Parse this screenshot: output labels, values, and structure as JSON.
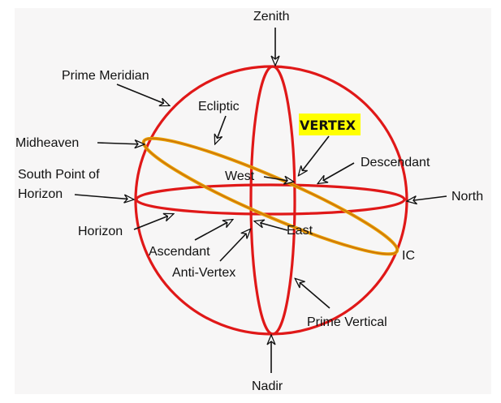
{
  "diagram": {
    "title": "Celestial sphere with Vertex",
    "colors": {
      "background": "#f7f6f6",
      "circles": "#e01818",
      "ecliptic": "#e8a000",
      "highlight": "#ffff00",
      "text": "#111111"
    },
    "labels": {
      "zenith": "Zenith",
      "nadir": "Nadir",
      "prime_meridian": "Prime Meridian",
      "ecliptic": "Ecliptic",
      "midheaven": "Midheaven",
      "south_point_line1": "South Point of",
      "south_point_line2": "Horizon",
      "horizon": "Horizon",
      "ascendant": "Ascendant",
      "anti_vertex": "Anti-Vertex",
      "vertex": "VERTEX",
      "descendant": "Descendant",
      "west": "West",
      "east": "East",
      "north": "North",
      "ic": "IC",
      "prime_vertical": "Prime Vertical"
    }
  }
}
